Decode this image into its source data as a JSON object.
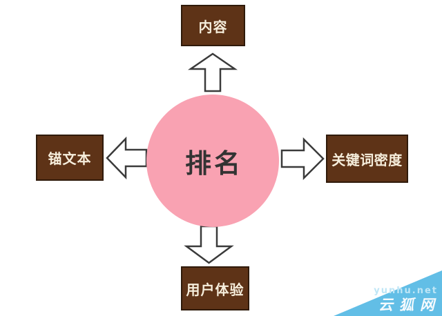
{
  "diagram": {
    "title_hint": "SEO ranking factors diagram",
    "center": {
      "label": "排名",
      "fill_color": "#F9A2B2",
      "text_color": "#333333"
    },
    "nodes": [
      {
        "id": "top",
        "label": "内容"
      },
      {
        "id": "left",
        "label": "锚文本"
      },
      {
        "id": "right",
        "label": "关键词密度"
      },
      {
        "id": "bottom",
        "label": "用户体验"
      }
    ],
    "node_fill_color": "#5E3317",
    "node_text_color": "#F6EEDC",
    "arrow_fill": "#FFFFFF",
    "arrow_stroke": "#3A3A3A",
    "arrow_directions": [
      "up",
      "left",
      "right",
      "down"
    ]
  },
  "watermark": {
    "site": "yunhu.net",
    "name": "云狐网",
    "triangle_color": "#62BEE6"
  }
}
